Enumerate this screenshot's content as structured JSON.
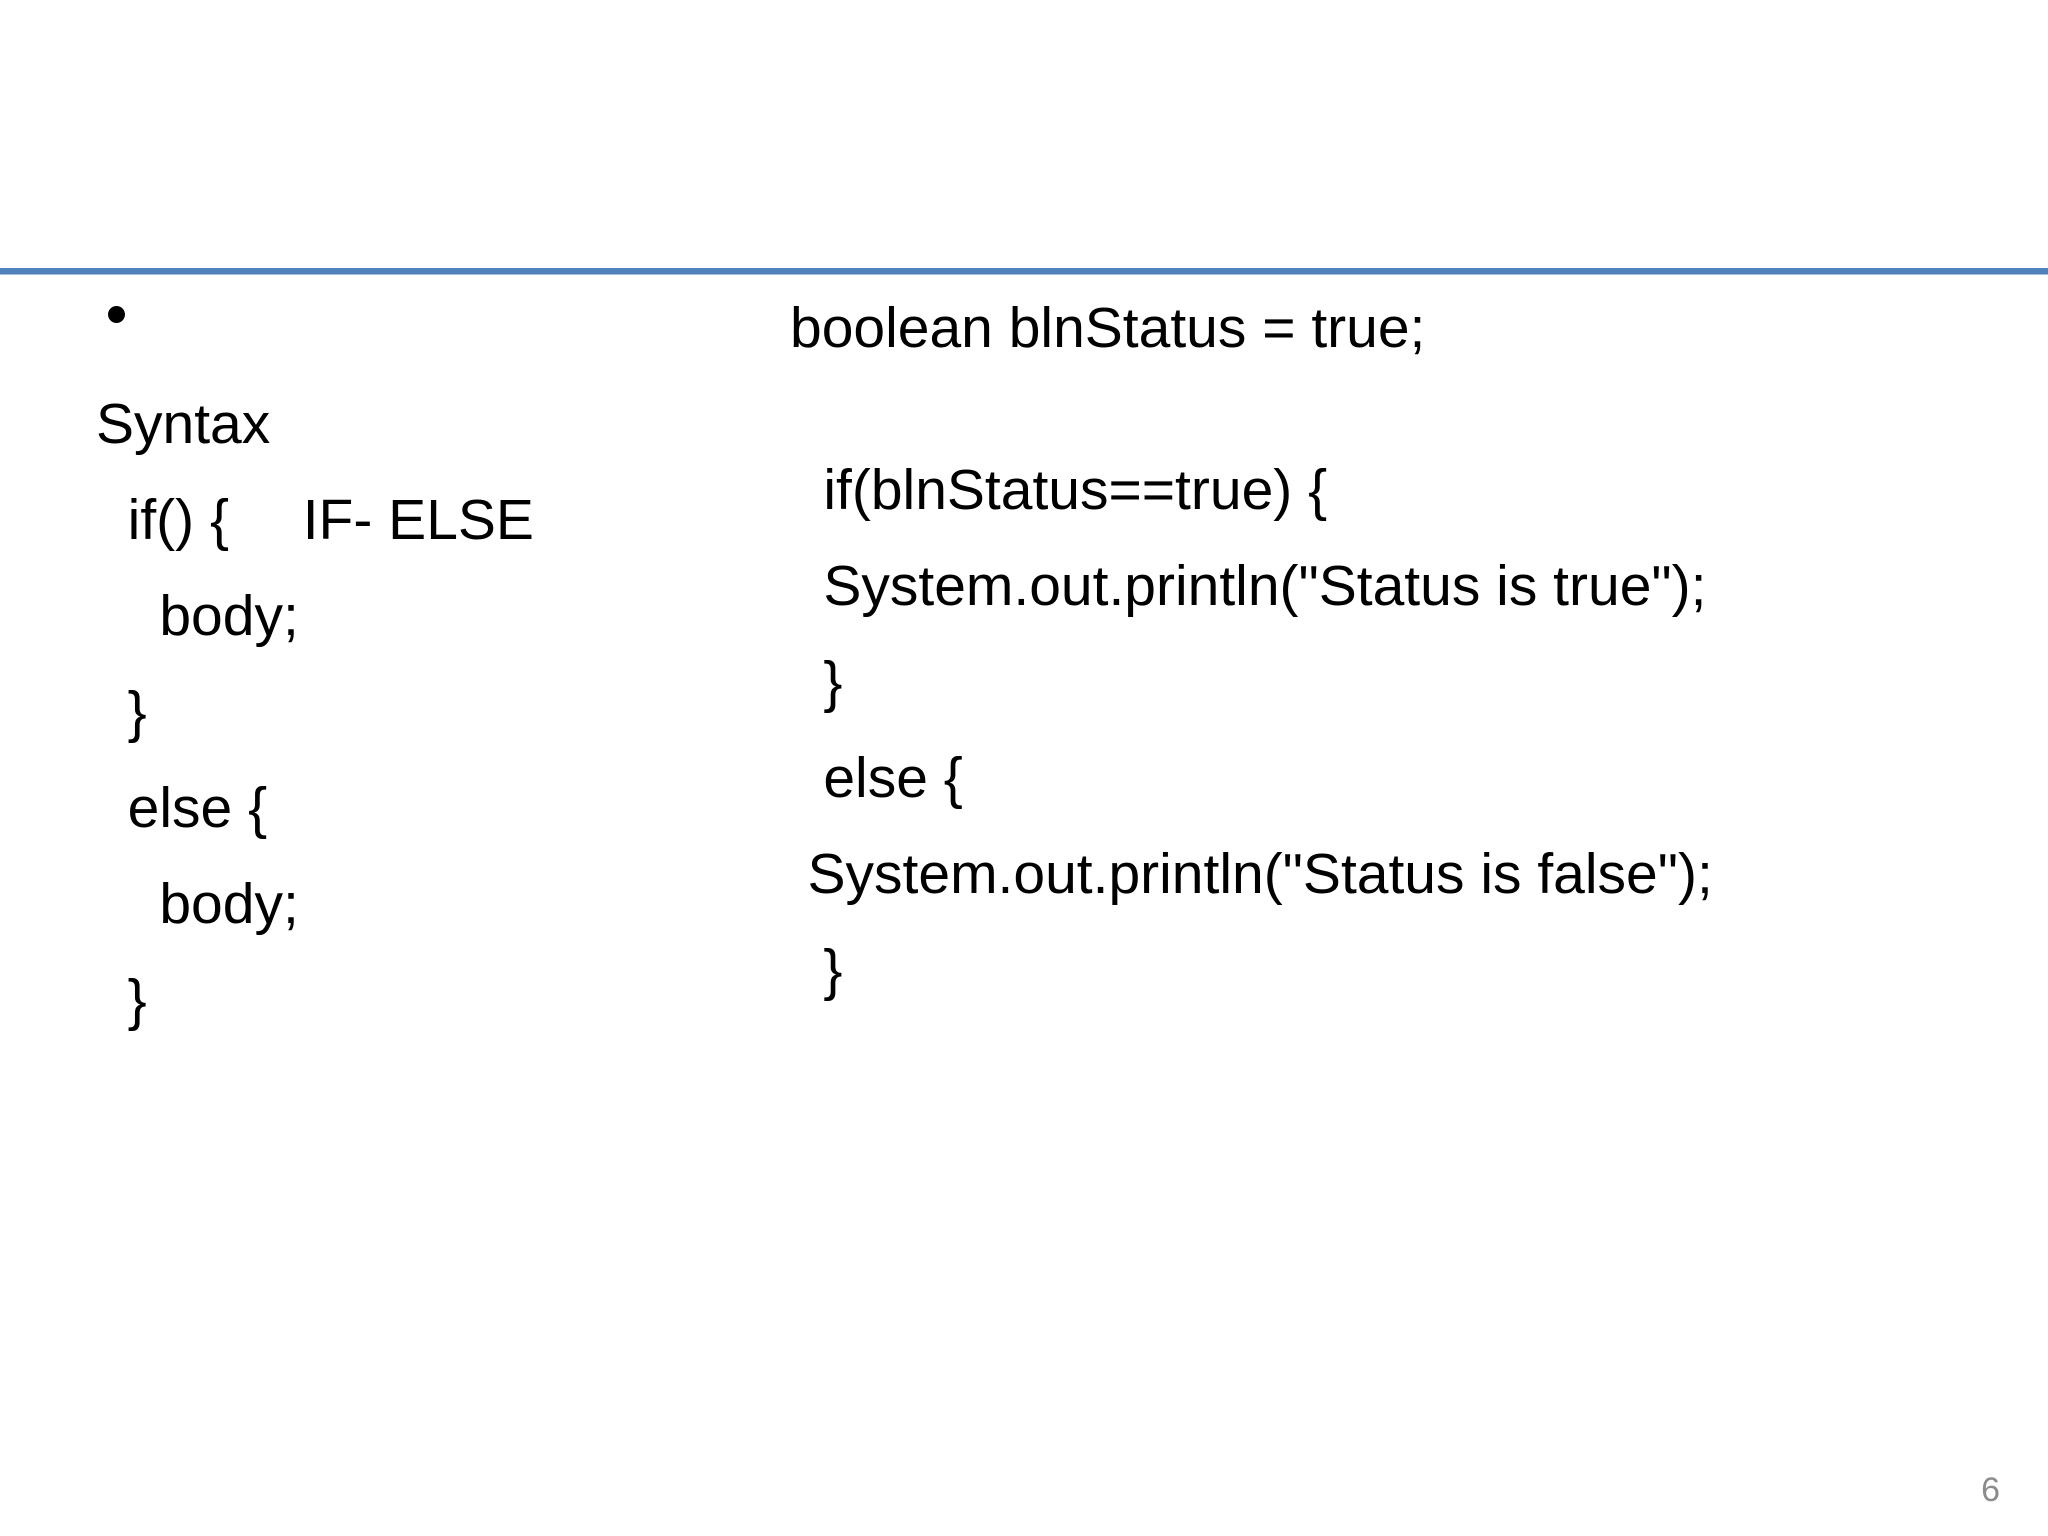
{
  "slide": {
    "title": "",
    "page_number": "6",
    "divider_color": "#4f81bd",
    "text_color": "#000000",
    "page_number_color": "#8c8c8c",
    "background": "#ffffff"
  },
  "left_column": {
    "bullet": {
      "marker": "bullet-dot",
      "label": "IF- ELSE"
    },
    "lines": [
      "Syntax",
      "  if() {",
      "    body;",
      "  }",
      "  else {",
      "    body;",
      "  }"
    ]
  },
  "right_column": {
    "declaration": "boolean blnStatus = true;",
    "lines": [
      "    if(blnStatus==true) {",
      "    System.out.println(\"Status is true\");",
      "    }",
      "    else {",
      "   System.out.println(\"Status is false\");",
      "    }"
    ]
  }
}
